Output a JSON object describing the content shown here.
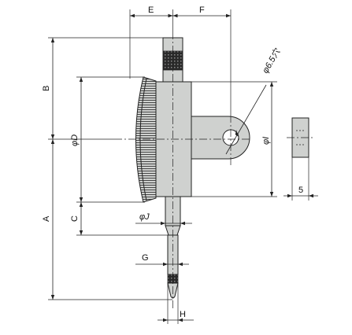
{
  "dimensions": {
    "E": "E",
    "F": "F",
    "B": "B",
    "A": "A",
    "C": "C",
    "D": "φD",
    "I": "φI",
    "J": "φJ",
    "G": "G",
    "H": "H",
    "hole": "φ6.5穴",
    "thickness": "5"
  },
  "colors": {
    "body": "#cfd1cf",
    "knurl": "#2a2a2a",
    "line": "#222222"
  }
}
